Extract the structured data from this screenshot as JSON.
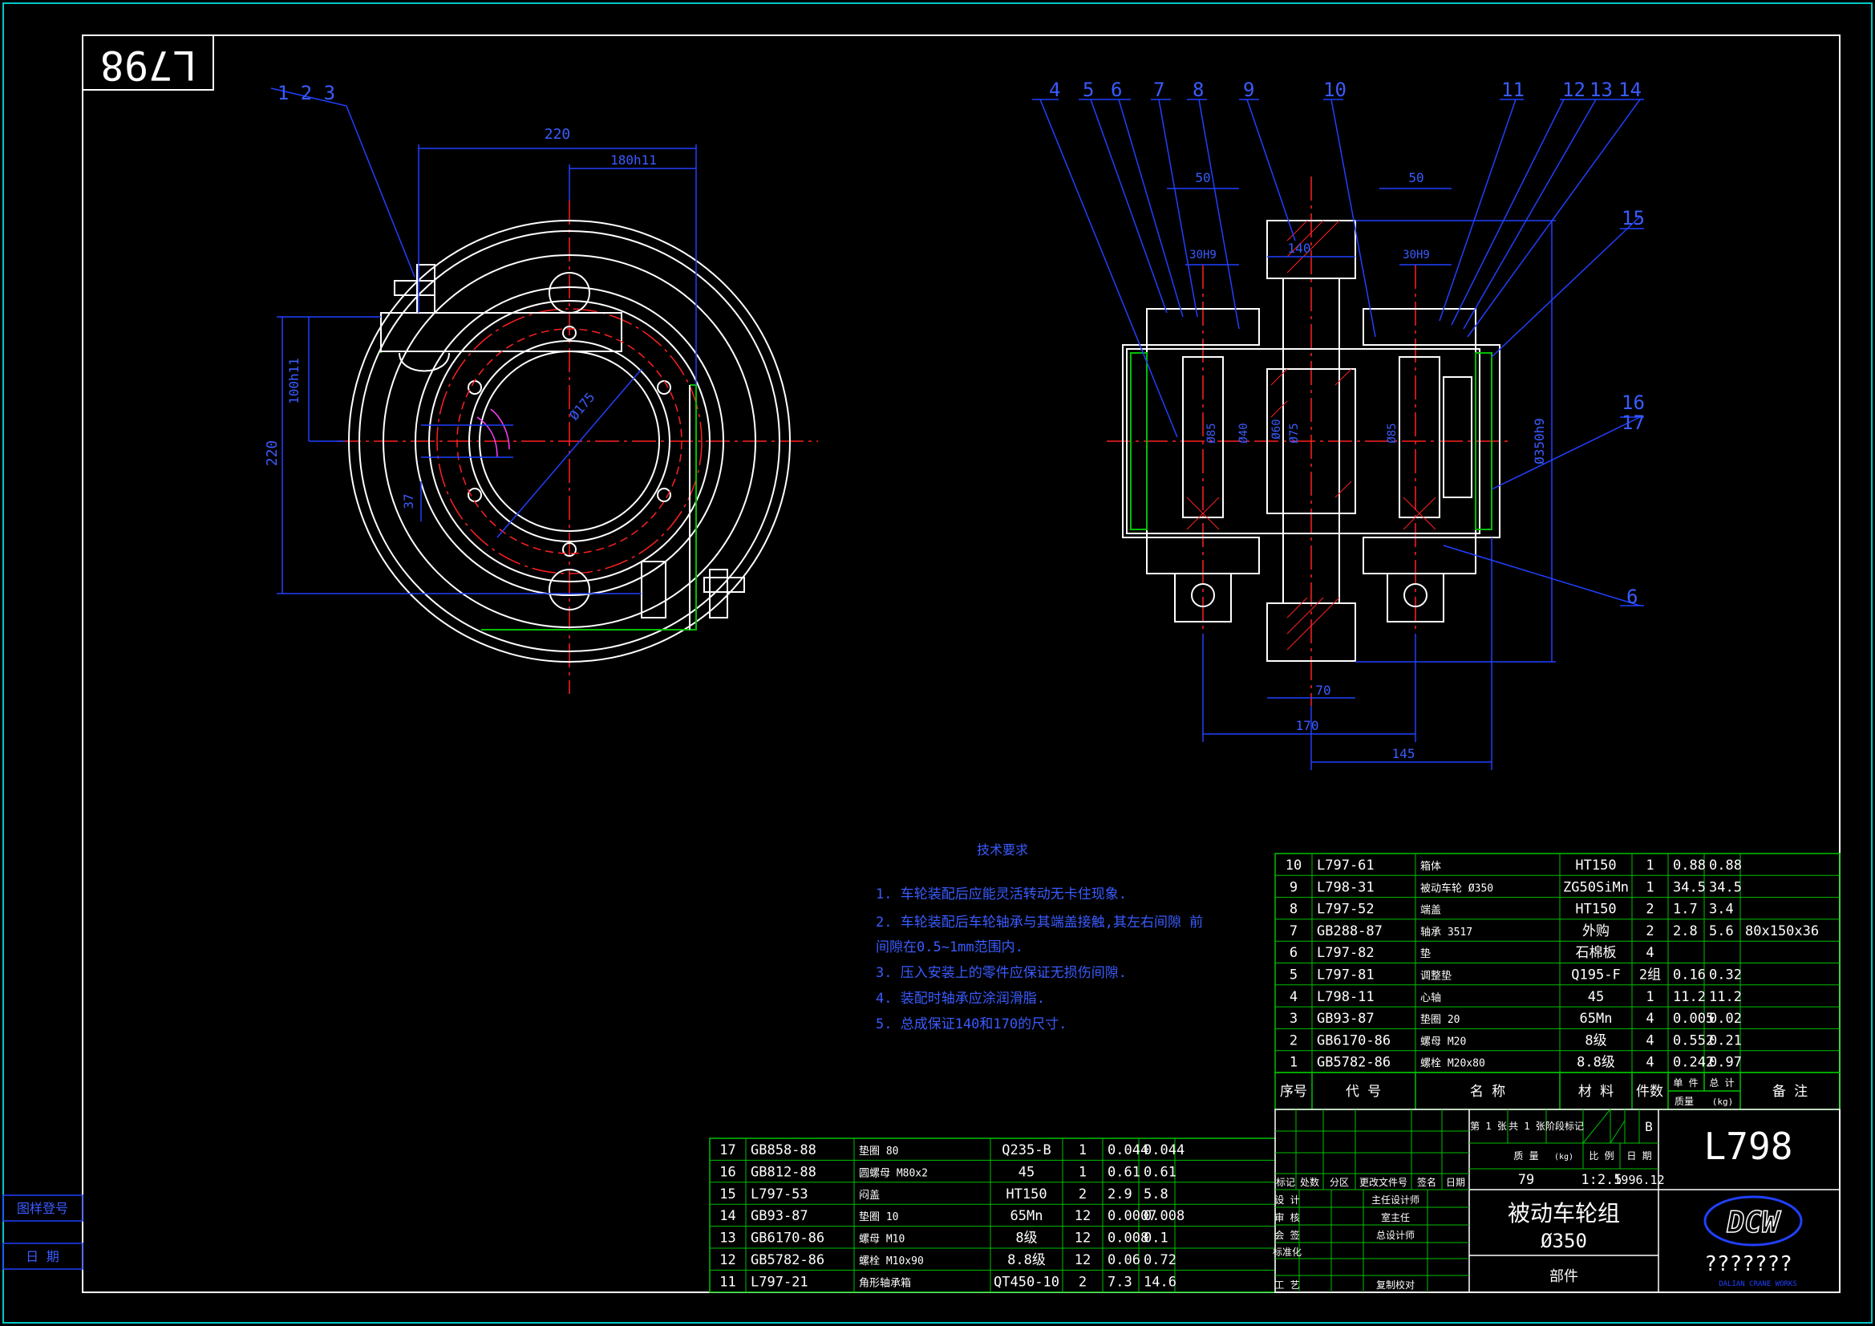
{
  "drawing_number": "L798",
  "drawing_number_rotated": "L798",
  "side_labels": {
    "top": "图样登号",
    "bottom": "日  期"
  },
  "left_view": {
    "balloon_label": "1  2  3",
    "dims": {
      "d220": "220",
      "d180": "180h11",
      "d100": "100h11",
      "d220v": "220",
      "d37": "37",
      "dphi": "Ø175"
    }
  },
  "right_view": {
    "balloons": [
      "4",
      "5",
      "6",
      "7",
      "8",
      "9",
      "10",
      "11",
      "12",
      "13",
      "14",
      "15",
      "16",
      "17",
      "6"
    ],
    "dims": {
      "d50a": "50",
      "d50b": "50",
      "d30a": "30H9",
      "d30b": "30H9",
      "d140": "140",
      "d350": "Ø350h9",
      "d70": "70",
      "d170": "170",
      "d145": "145",
      "d85a": "Ø85",
      "d85b": "Ø85",
      "d40": "Ø40",
      "d75": "Ø75",
      "d60": "Ø60"
    }
  },
  "tech_requirements": {
    "title": "技术要求",
    "items": [
      "1. 车轮装配后应能灵活转动无卡住现象.",
      "2. 车轮装配后车轮轴承与其端盖接触,其左右间隙 前",
      "   间隙在0.5~1mm范围内.",
      "3. 压入安装上的零件应保证无损伤间隙.",
      "4. 装配时轴承应涂润滑脂.",
      "5. 总成保证140和170的尺寸."
    ]
  },
  "bom_upper": [
    {
      "no": "10",
      "code": "L797-61",
      "name": "箱体",
      "material": "HT150",
      "qty": "1",
      "unit": "0.88",
      "total": "0.88",
      "note": ""
    },
    {
      "no": "9",
      "code": "L798-31",
      "name": "被动车轮 Ø350",
      "material": "ZG50SiMn",
      "qty": "1",
      "unit": "34.5",
      "total": "34.5",
      "note": ""
    },
    {
      "no": "8",
      "code": "L797-52",
      "name": "端盖",
      "material": "HT150",
      "qty": "2",
      "unit": "1.7",
      "total": "3.4",
      "note": ""
    },
    {
      "no": "7",
      "code": "GB288-87",
      "name": "轴承 3517",
      "material": "外购",
      "qty": "2",
      "unit": "2.8",
      "total": "5.6",
      "note": "80x150x36"
    },
    {
      "no": "6",
      "code": "L797-82",
      "name": "垫",
      "material": "石棉板",
      "qty": "4",
      "unit": "",
      "total": "",
      "note": ""
    },
    {
      "no": "5",
      "code": "L797-81",
      "name": "调整垫",
      "material": "Q195-F",
      "qty": "2组",
      "unit": "0.16",
      "total": "0.32",
      "note": ""
    },
    {
      "no": "4",
      "code": "L798-11",
      "name": "心轴",
      "material": "45",
      "qty": "1",
      "unit": "11.2",
      "total": "11.2",
      "note": ""
    },
    {
      "no": "3",
      "code": "GB93-87",
      "name": "垫圈 20",
      "material": "65Mn",
      "qty": "4",
      "unit": "0.005",
      "total": "0.02",
      "note": ""
    },
    {
      "no": "2",
      "code": "GB6170-86",
      "name": "螺母 M20",
      "material": "8级",
      "qty": "4",
      "unit": "0.552",
      "total": "0.21",
      "note": ""
    },
    {
      "no": "1",
      "code": "GB5782-86",
      "name": "螺栓 M20x80",
      "material": "8.8级",
      "qty": "4",
      "unit": "0.242",
      "total": "0.97",
      "note": ""
    }
  ],
  "bom_header": {
    "no": "序号",
    "code": "代      号",
    "name": "名        称",
    "material": "材 料",
    "qty": "件数",
    "unit_top": "单 件",
    "total_top": "总 计",
    "weight_label": "质量",
    "weight_unit": "(kg)",
    "note": "备    注"
  },
  "bom_lower": [
    {
      "no": "17",
      "code": "GB858-88",
      "name": "垫圈 80",
      "material": "Q235-B",
      "qty": "1",
      "unit": "0.044",
      "total": "0.044"
    },
    {
      "no": "16",
      "code": "GB812-88",
      "name": "圆螺母 M80x2",
      "material": "45",
      "qty": "1",
      "unit": "0.61",
      "total": "0.61"
    },
    {
      "no": "15",
      "code": "L797-53",
      "name": "闷盖",
      "material": "HT150",
      "qty": "2",
      "unit": "2.9",
      "total": "5.8"
    },
    {
      "no": "14",
      "code": "GB93-87",
      "name": "垫圈 10",
      "material": "65Mn",
      "qty": "12",
      "unit": "0.0007",
      "total": "0.008"
    },
    {
      "no": "13",
      "code": "GB6170-86",
      "name": "螺母 M10",
      "material": "8级",
      "qty": "12",
      "unit": "0.008",
      "total": "0.1"
    },
    {
      "no": "12",
      "code": "GB5782-86",
      "name": "螺栓 M10x90",
      "material": "8.8级",
      "qty": "12",
      "unit": "0.06",
      "total": "0.72"
    },
    {
      "no": "11",
      "code": "L797-21",
      "name": "角形轴承箱",
      "material": "QT450-10",
      "qty": "2",
      "unit": "7.3",
      "total": "14.6"
    }
  ],
  "title_block": {
    "sheet": "第 1 张",
    "sheets": "共 1 张",
    "stage_label": "阶段标记",
    "stage": "B",
    "mass_label": "质    量",
    "mass_unit": "(kg)",
    "scale_label": "比 例",
    "date_label": "日 期",
    "mass": "79",
    "scale": "1:2.5",
    "date": "1996.12",
    "drawing_no": "L798",
    "title": "被动车轮组",
    "subtitle": "Ø350",
    "category": "部件",
    "logo": "DCW",
    "company": "???????",
    "company_en": "DALIAN CRANE WORKS",
    "rev_headers": [
      "标记",
      "处数",
      "分区",
      "更改文件号",
      "签名",
      "日期"
    ],
    "roles": [
      "设 计",
      "审 核",
      "会 签",
      "标准化",
      "工 艺"
    ],
    "role_right": [
      "主任设计师",
      "室主任",
      "总设计师",
      "",
      "复制校对"
    ]
  },
  "colors": {
    "frame": "#ffffff",
    "green": "#00c000",
    "blue": "#2040ff",
    "red": "#ff2020",
    "cyan": "#00c8c8"
  }
}
